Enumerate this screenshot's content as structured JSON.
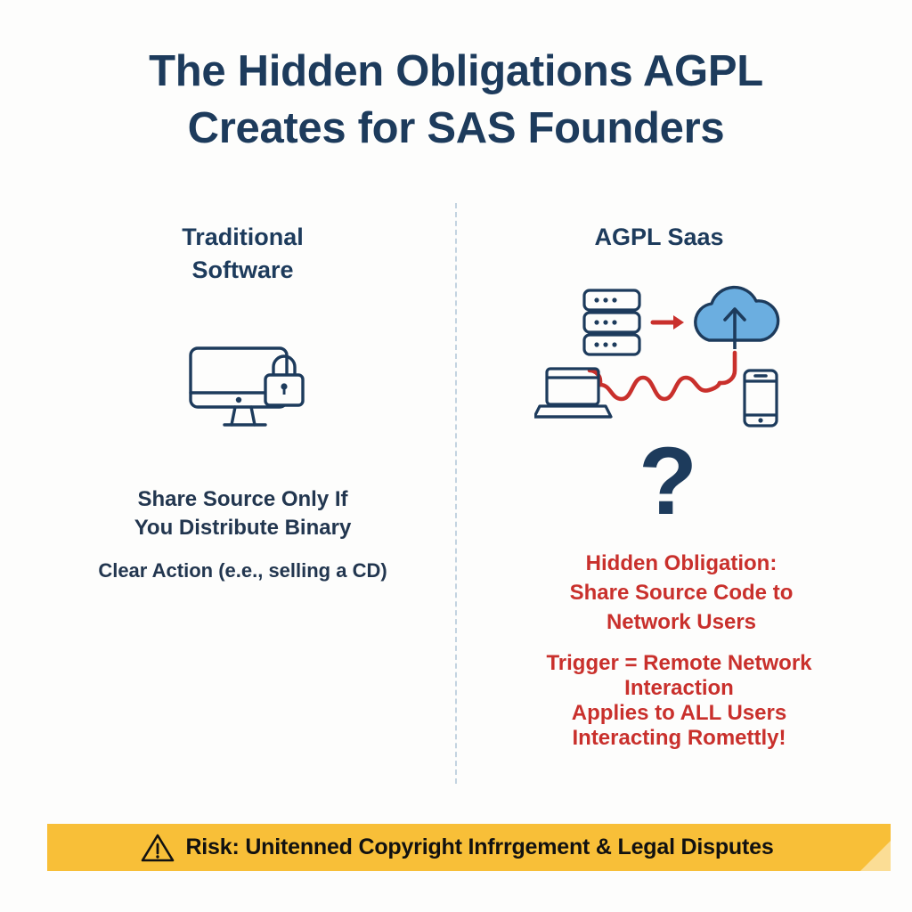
{
  "title": {
    "line1": "The Hidden Obligations AGPL",
    "line2": "Creates for SAS Founders"
  },
  "columns": {
    "left": {
      "heading_line1": "Traditional",
      "heading_line2": "Software",
      "icon": "monitor-lock-icon",
      "main_text_line1": "Share Source Only If",
      "main_text_line2": "You Distribute Binary",
      "sub_text": "Clear Action (e.e., selling a CD)"
    },
    "right": {
      "heading": "AGPL Saas",
      "icons": [
        "server-stack-icon",
        "arrow-right-icon",
        "cloud-upload-icon",
        "laptop-icon",
        "wave-connection-icon",
        "smartphone-icon"
      ],
      "question_mark": "?",
      "main_text_line1": "Hidden Obligation:",
      "main_text_line2": "Share Source Code to",
      "main_text_line3": "Network Users",
      "sub_text_1_line1": "Trigger = Remote Network",
      "sub_text_1_line2": "Interaction",
      "sub_text_2_line1": "Applies to ALL Users",
      "sub_text_2_line2": "Interacting Romettly!"
    }
  },
  "banner": {
    "icon": "warning-triangle-icon",
    "text": "Risk: Unitenned Copyright Infrrgement & Legal Disputes"
  },
  "colors": {
    "background": "#fdfdfc",
    "navy": "#1d3b5c",
    "navy_text": "#22364f",
    "red": "#c9302c",
    "banner_yellow": "#f8bf38",
    "banner_fold": "#fbdd95",
    "cloud_blue": "#6baee0",
    "divider": "#c3d3e0"
  }
}
